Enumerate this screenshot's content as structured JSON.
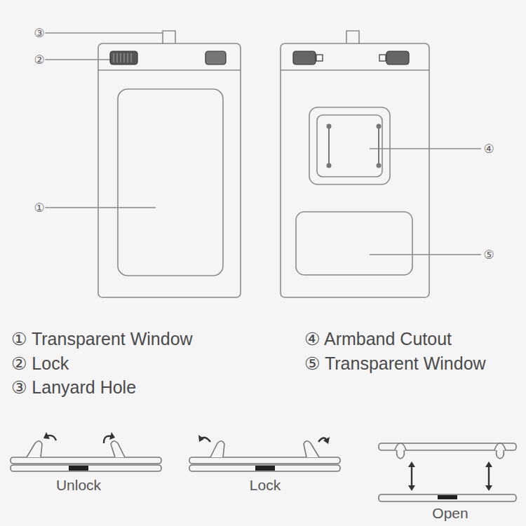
{
  "diagram": {
    "labels": [
      "③",
      "②",
      "①",
      "④",
      "⑤",
      "① Transparent Window",
      "② Lock",
      "③ Lanyard Hole",
      "④ Armband Cutout",
      "⑤ Transparent Window",
      "Unlock",
      "Lock",
      "Open"
    ]
  }
}
